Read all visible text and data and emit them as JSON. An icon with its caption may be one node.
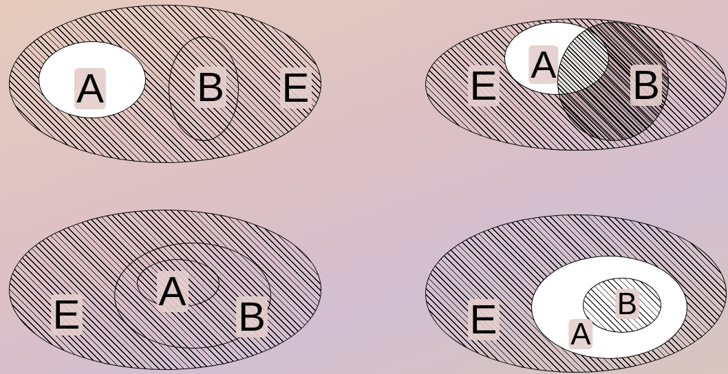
{
  "diagram": {
    "nodes": [
      {
        "text": [
          "E"
        ]
      },
      {
        "text": [
          "A"
        ],
        "in": 0
      },
      {
        "text": [
          "B"
        ],
        "in": 0
      },
      {
        "text": [
          "E"
        ]
      },
      {
        "text": [
          "A"
        ],
        "in": 3
      },
      {
        "text": [
          "B"
        ],
        "in": 3
      },
      {
        "text": [
          "E"
        ]
      },
      {
        "text": [
          "B"
        ],
        "in": 6
      },
      {
        "text": [
          "A"
        ],
        "in": 7
      },
      {
        "text": [
          "E"
        ]
      },
      {
        "text": [
          "A"
        ],
        "in": 9
      },
      {
        "text": [
          "B"
        ],
        "in": 10
      }
    ]
  }
}
